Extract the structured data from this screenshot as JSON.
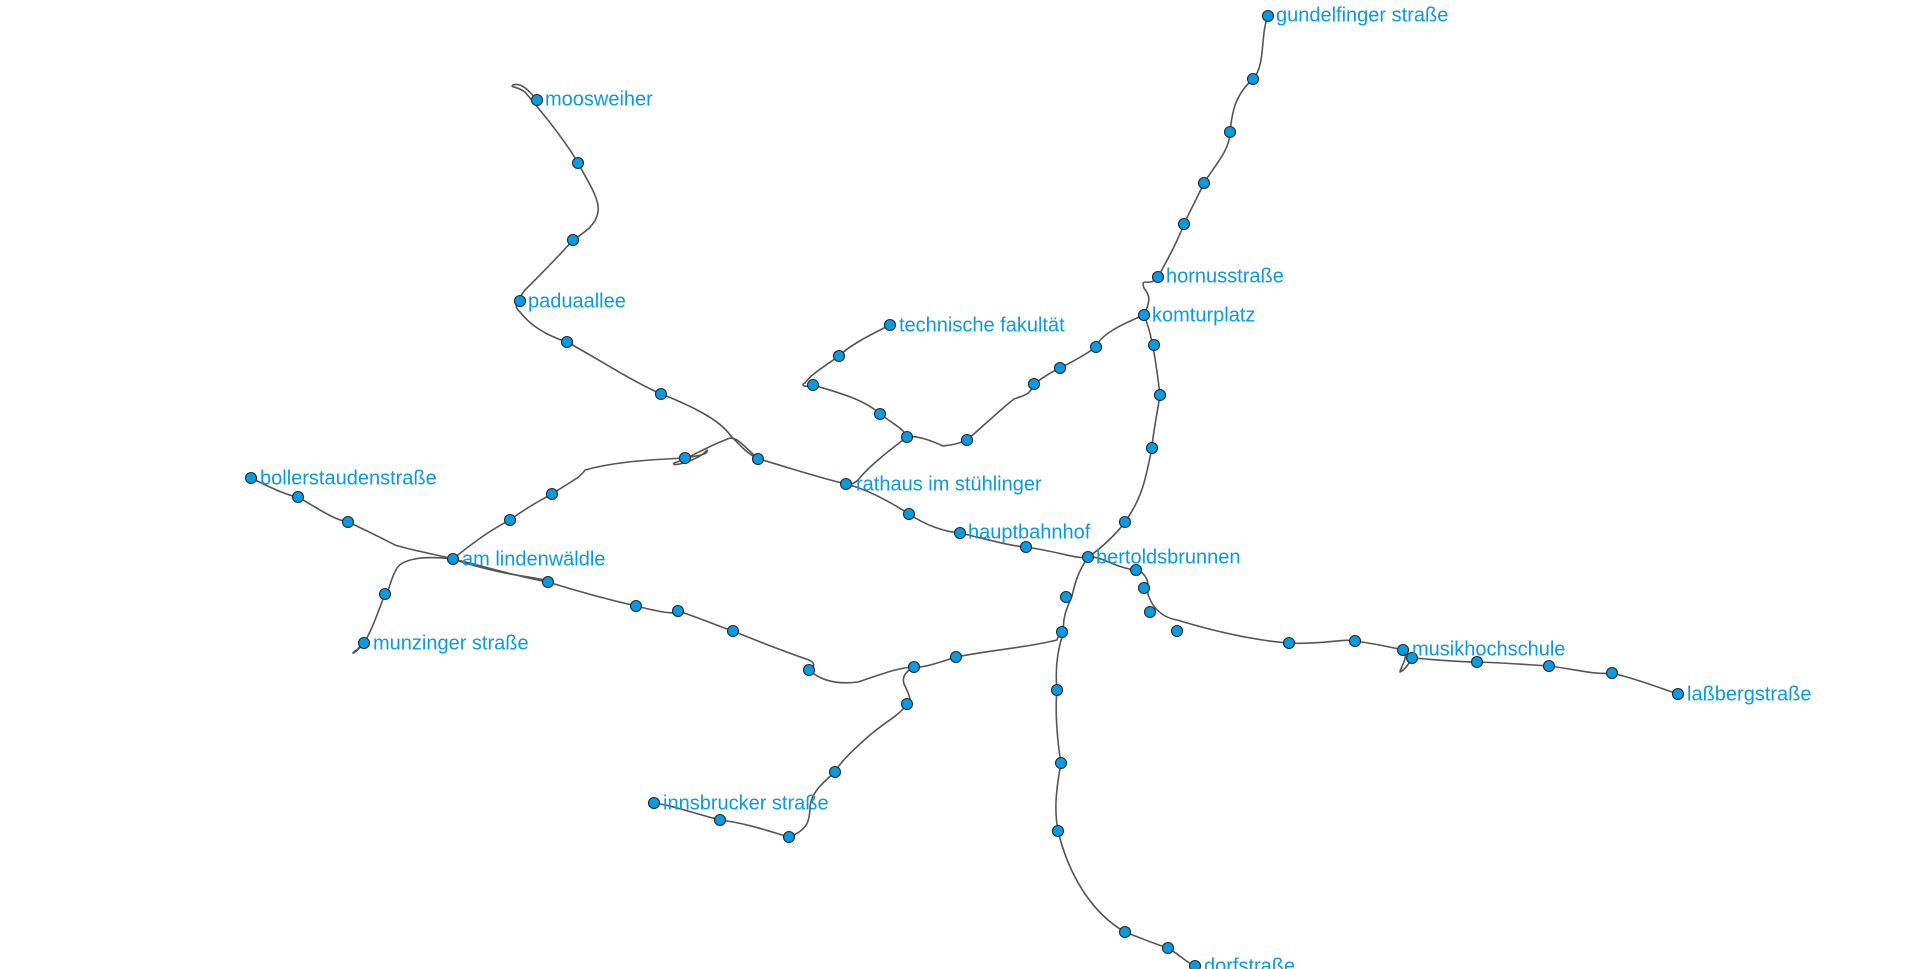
{
  "colors": {
    "background": "#ffffff",
    "track": "#555555",
    "stop_fill": "#0a9ae0",
    "stop_stroke": "#1b2a3a",
    "label": "#0a9ae0"
  },
  "stations": {
    "gundelfinger": "gundelfinger straße",
    "moosweiher": "moosweiher",
    "hornus": "hornusstraße",
    "padua": "paduaallee",
    "komtur": "komturplatz",
    "techfak": "technische fakultät",
    "boller": "bollerstaudenstraße",
    "rathaus": "rathaus im stühlinger",
    "hbf": "hauptbahnhof",
    "bertold": "bertoldsbrunnen",
    "linden": "am lindenwäldle",
    "musik": "musikhochschule",
    "munzinger": "munzinger straße",
    "lassberg": "laßbergstraße",
    "innsbrucker": "innsbrucker straße",
    "dorf": "dorfstraße"
  }
}
